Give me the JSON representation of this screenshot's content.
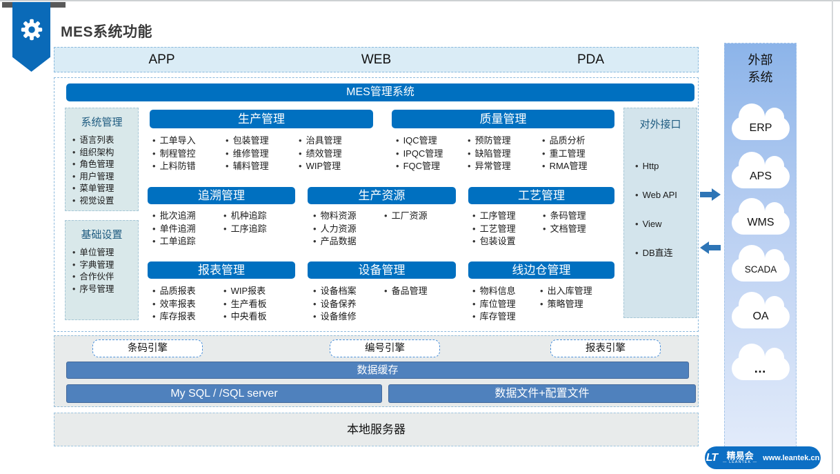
{
  "page": {
    "title": "MES系统功能"
  },
  "terminals": {
    "items": [
      "APP",
      "WEB",
      "PDA"
    ]
  },
  "mes_bar_label": "MES管理系统",
  "left_boxes": [
    {
      "title": "系统管理",
      "items": [
        "语言列表",
        "组织架构",
        "角色管理",
        "用户管理",
        "菜单管理",
        "视觉设置"
      ]
    },
    {
      "title": "基础设置",
      "items": [
        "单位管理",
        "字典管理",
        "合作伙伴",
        "序号管理"
      ]
    }
  ],
  "sections": [
    {
      "title": "生产管理",
      "columns": [
        [
          "工单导入",
          "制程管控",
          "上料防错"
        ],
        [
          "包装管理",
          "维修管理",
          "辅料管理"
        ],
        [
          "治具管理",
          "绩效管理",
          "WIP管理"
        ]
      ]
    },
    {
      "title": "质量管理",
      "columns": [
        [
          "IQC管理",
          "IPQC管理",
          "FQC管理"
        ],
        [
          "预防管理",
          "缺陷管理",
          "异常管理"
        ],
        [
          "品质分析",
          "重工管理",
          "RMA管理"
        ]
      ]
    },
    {
      "title": "追溯管理",
      "columns": [
        [
          "批次追溯",
          "单件追溯",
          "工单追踪"
        ],
        [
          "机种追踪",
          "工序追踪"
        ]
      ]
    },
    {
      "title": "生产资源",
      "columns": [
        [
          "物料资源",
          "人力资源",
          "产品数据"
        ],
        [
          "工厂资源"
        ]
      ]
    },
    {
      "title": "工艺管理",
      "columns": [
        [
          "工序管理",
          "工艺管理",
          "包装设置"
        ],
        [
          "条码管理",
          "文档管理"
        ]
      ]
    },
    {
      "title": "报表管理",
      "columns": [
        [
          "品质报表",
          "效率报表",
          "库存报表"
        ],
        [
          "WIP报表",
          "生产看板",
          "中央看板"
        ]
      ]
    },
    {
      "title": "设备管理",
      "columns": [
        [
          "设备档案",
          "设备保养",
          "设备维修"
        ],
        [
          "备品管理"
        ]
      ]
    },
    {
      "title": "线边仓管理",
      "columns": [
        [
          "物料信息",
          "库位管理",
          "库存管理"
        ],
        [
          "出入库管理",
          "策略管理"
        ]
      ]
    }
  ],
  "interface_box": {
    "title": "对外接口",
    "items": [
      "Http",
      "Web API",
      "View",
      "DB直连"
    ]
  },
  "external": {
    "title_line1": "外部",
    "title_line2": "系统",
    "clouds": [
      "ERP",
      "APS",
      "WMS",
      "SCADA",
      "OA",
      "…"
    ]
  },
  "middleware": {
    "engines": [
      "条码引擎",
      "编号引擎",
      "报表引擎"
    ],
    "cache_label": "数据缓存",
    "db_label": "My SQL / /SQL server",
    "files_label": "数据文件+配置文件"
  },
  "server": {
    "label": "本地服务器"
  },
  "footer": {
    "mark": "LT",
    "brand": "精易会",
    "brand_sub": "— LEANTEK —",
    "url": "www.leantek.cn"
  },
  "colors": {
    "primary_blue": "#0070c0",
    "mid_blue": "#4f81bd",
    "ribbon_blue": "#0a6ab8",
    "terminal_bar_bg": "#daecf6",
    "side_box_bg": "#d9e8ea",
    "external_panel_top": "#8cb4e9",
    "arrow_blue": "#2e75b6",
    "section_title_text": "#1e5b80"
  }
}
